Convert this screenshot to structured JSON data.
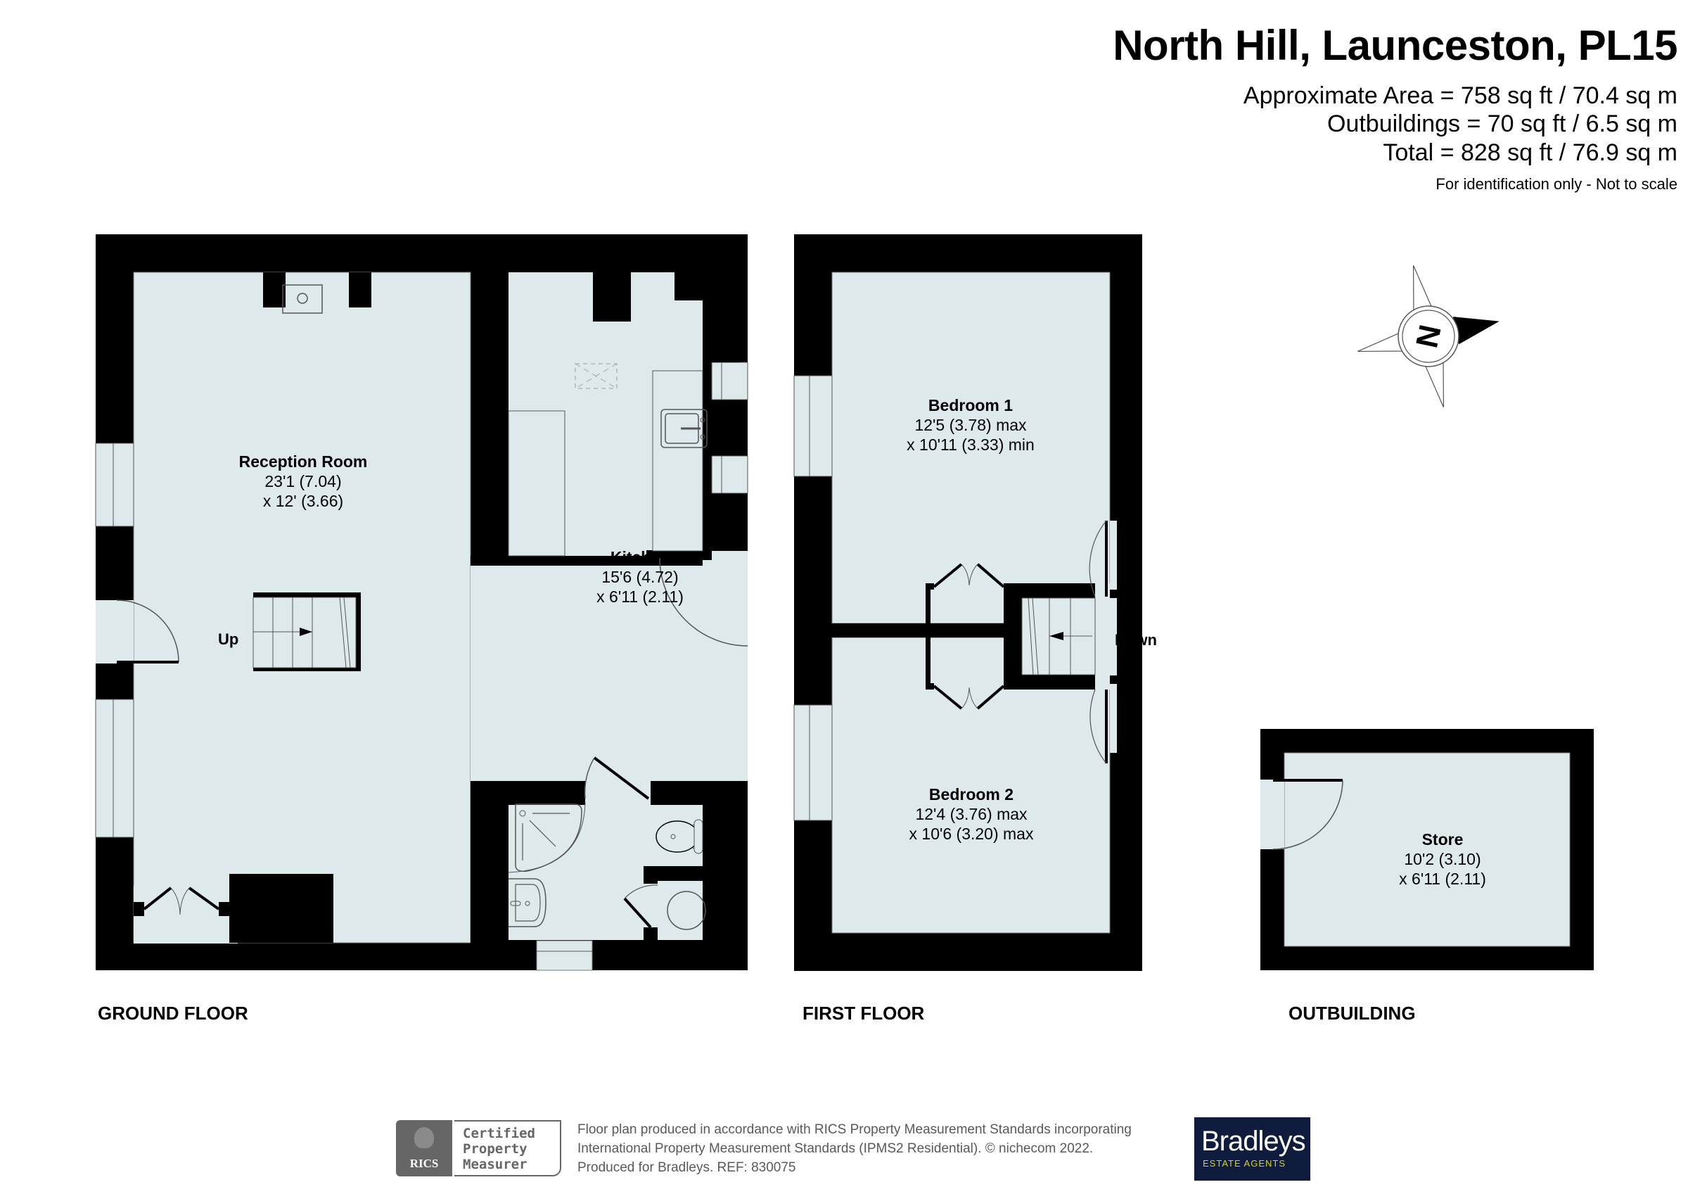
{
  "header": {
    "title": "North Hill, Launceston, PL15",
    "approximate_area": "Approximate Area = 758 sq ft / 70.4 sq m",
    "outbuildings": "Outbuildings = 70 sq ft / 6.5 sq m",
    "total": "Total = 828 sq ft / 76.9 sq m",
    "disclaimer": "For identification only - Not to scale"
  },
  "compass": {
    "label": "N",
    "icon": "north-arrow-compass-icon"
  },
  "floors": [
    {
      "label": "GROUND FLOOR",
      "rooms": [
        {
          "name": "Reception Room",
          "dim1": "23'1 (7.04)",
          "dim2": "x 12' (3.66)"
        },
        {
          "name": "Kitchen",
          "dim1": "15'6 (4.72)",
          "dim2": "x 6'11 (2.11)"
        }
      ],
      "stair_label": "Up"
    },
    {
      "label": "FIRST FLOOR",
      "rooms": [
        {
          "name": "Bedroom 1",
          "dim1": "12'5 (3.78) max",
          "dim2": "x 10'11 (3.33) min"
        },
        {
          "name": "Bedroom 2",
          "dim1": "12'4 (3.76) max",
          "dim2": "x 10'6 (3.20) max"
        }
      ],
      "stair_label": "Down"
    },
    {
      "label": "OUTBUILDING",
      "rooms": [
        {
          "name": "Store",
          "dim1": "10'2 (3.10)",
          "dim2": "x 6'11 (2.11)"
        }
      ]
    }
  ],
  "footer": {
    "line1": "Floor plan produced in accordance with RICS Property Measurement Standards incorporating",
    "line2": "International Property Measurement Standards (IPMS2 Residential).   © nichecom 2022.",
    "line3": "Produced for Bradleys.   REF:  830075",
    "rics_badge": {
      "word": "RICS",
      "line1": "Certified",
      "line2": "Property",
      "line3": "Measurer"
    },
    "agent_logo": {
      "name": "Bradleys",
      "tagline": "ESTATE AGENTS"
    }
  },
  "colors": {
    "floor_fill": "#dee9ec",
    "wall": "#000000",
    "brand_navy": "#0f1c3d",
    "brand_yellow": "#d7d21c",
    "rics_grey": "#666666"
  }
}
